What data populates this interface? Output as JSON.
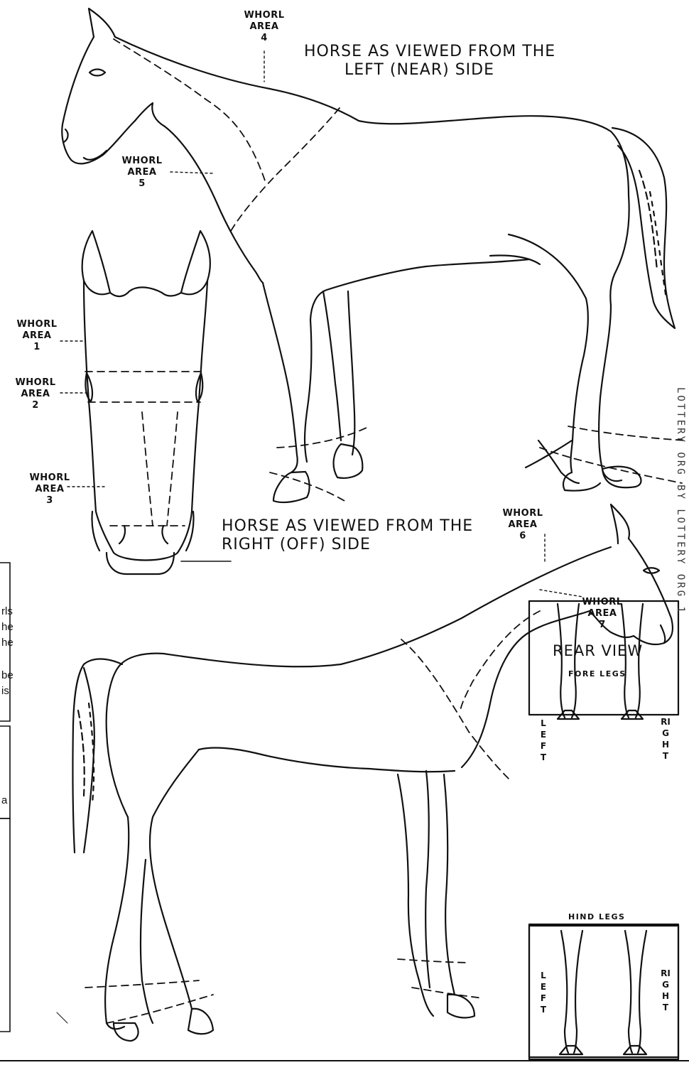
{
  "titles": {
    "near_line1": "HORSE AS VIEWED FROM THE",
    "near_line2": "LEFT (NEAR) SIDE",
    "off_line1": "HORSE AS VIEWED FROM THE",
    "off_line2": "RIGHT (OFF) SIDE"
  },
  "whorl_labels": [
    {
      "word": "WHORL",
      "area": "AREA",
      "num": "1"
    },
    {
      "word": "WHORL",
      "area": "AREA",
      "num": "2"
    },
    {
      "word": "WHORL",
      "area": "AREA",
      "num": "3"
    },
    {
      "word": "WHORL",
      "area": "AREA",
      "num": "4"
    },
    {
      "word": "WHORL",
      "area": "AREA",
      "num": "5"
    },
    {
      "word": "WHORL",
      "area": "AREA",
      "num": "6"
    },
    {
      "word": "WHORL",
      "area": "AREA",
      "num": "7"
    }
  ],
  "rear_view": {
    "title": "REAR VIEW",
    "fore_label": "FORE LEGS",
    "hind_label": "HIND LEGS",
    "left": "LEFT",
    "right": "RIGHT"
  },
  "left_fragments": [
    "rls",
    "he",
    "he",
    "be",
    "is",
    "a"
  ],
  "right_edge_text": "LOTTERY ORG BY LOTTERY ORG 1"
}
